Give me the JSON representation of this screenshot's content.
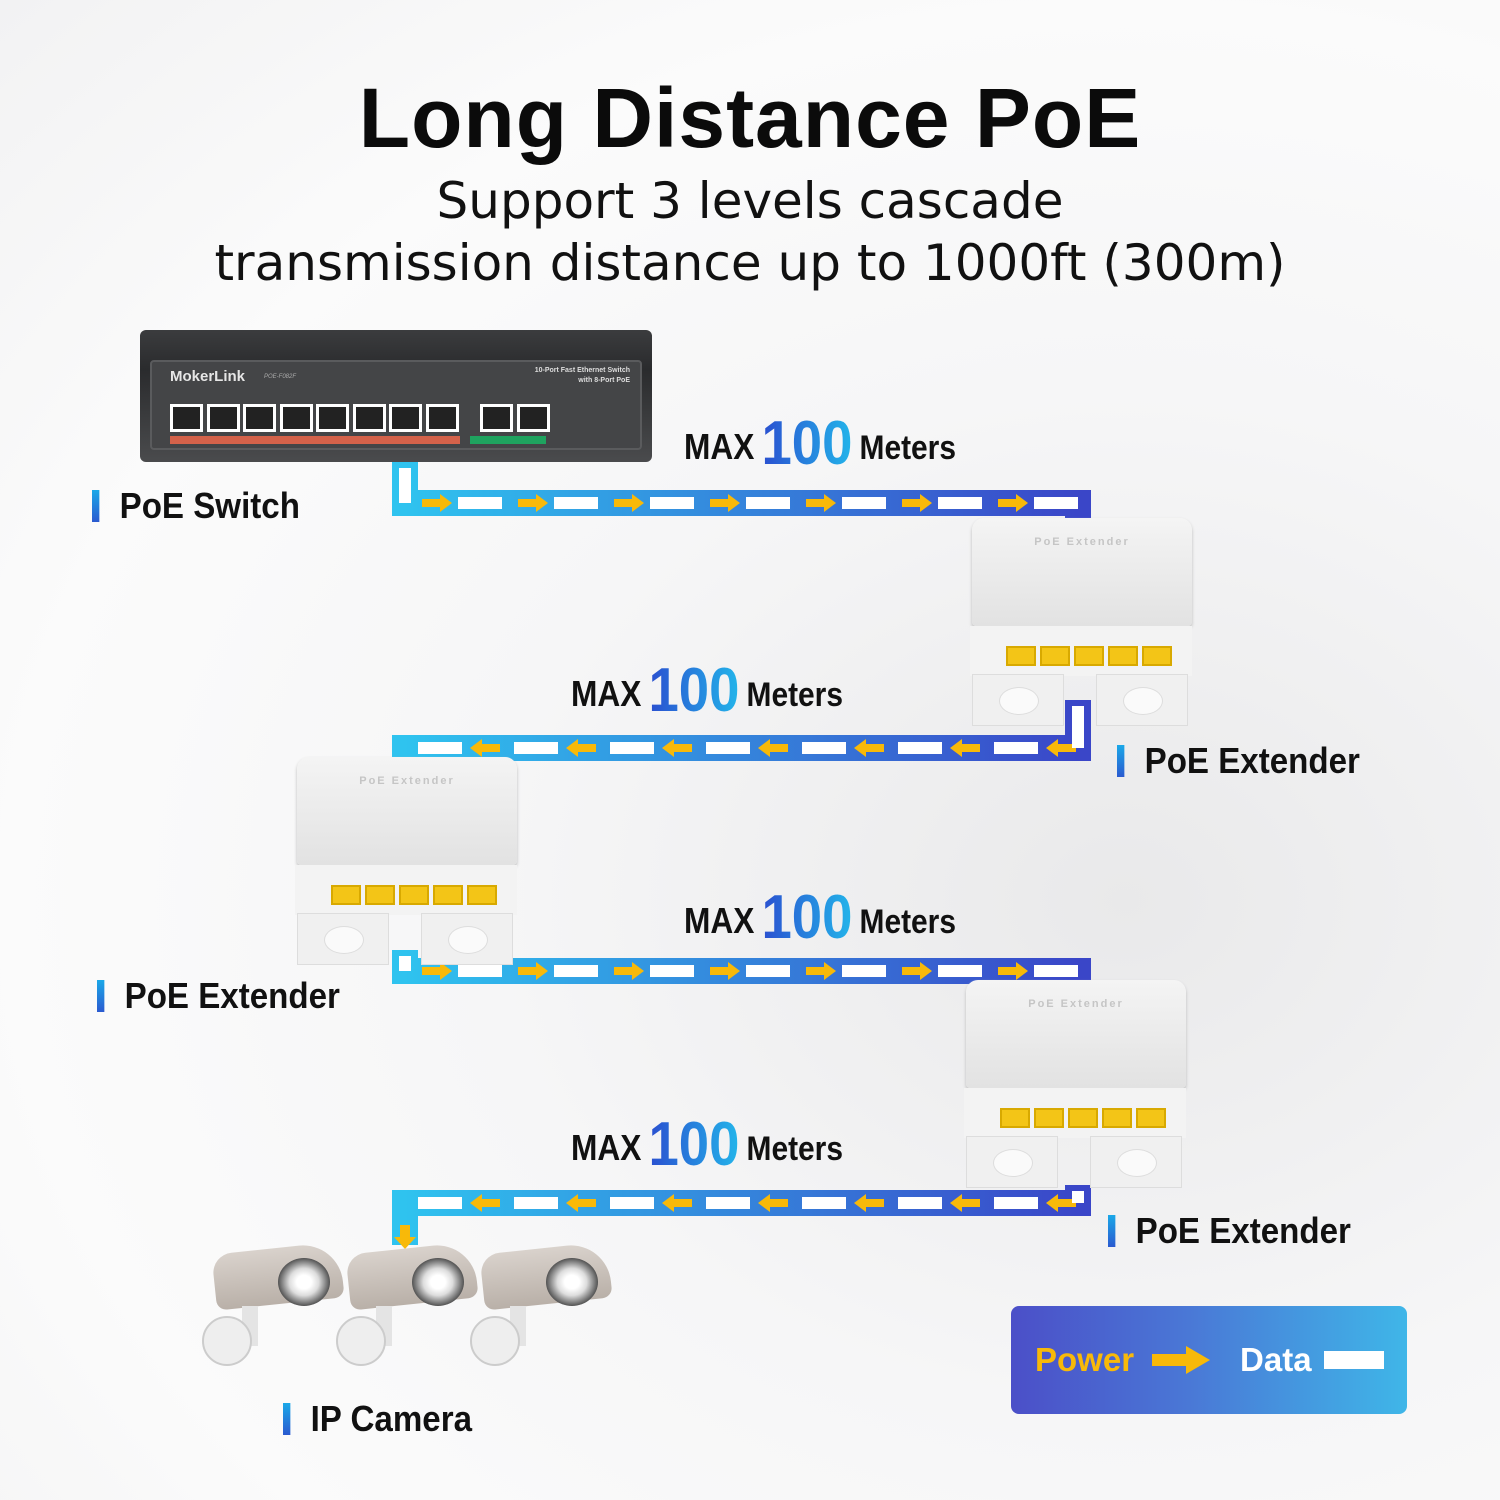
{
  "header": {
    "title": "Long Distance PoE",
    "subtitle_line1": "Support 3 levels cascade",
    "subtitle_line2": "transmission distance up to 1000ft (300m)"
  },
  "devices": {
    "switch": {
      "label": "PoE Switch",
      "brand": "MokerLink",
      "model": "POE-F082F",
      "description_line1": "10-Port Fast Ethernet Switch",
      "description_line2": "with 8-Port PoE"
    },
    "extender1": {
      "label": "PoE Extender",
      "product_text": "PoE Extender"
    },
    "extender2": {
      "label": "PoE Extender",
      "product_text": "PoE Extender"
    },
    "extender3": {
      "label": "PoE Extender",
      "product_text": "PoE Extender"
    },
    "camera": {
      "label": "IP Camera"
    }
  },
  "links": [
    {
      "prefix": "MAX",
      "value": "100",
      "unit": "Meters",
      "direction": "right"
    },
    {
      "prefix": "MAX",
      "value": "100",
      "unit": "Meters",
      "direction": "left"
    },
    {
      "prefix": "MAX",
      "value": "100",
      "unit": "Meters",
      "direction": "right"
    },
    {
      "prefix": "MAX",
      "value": "100",
      "unit": "Meters",
      "direction": "left"
    }
  ],
  "legend": {
    "power": "Power",
    "data": "Data"
  },
  "colors": {
    "power": "#f8b909",
    "data": "#ffffff",
    "pipe_start": "#2fc3ef",
    "pipe_end": "#3a46c8"
  }
}
